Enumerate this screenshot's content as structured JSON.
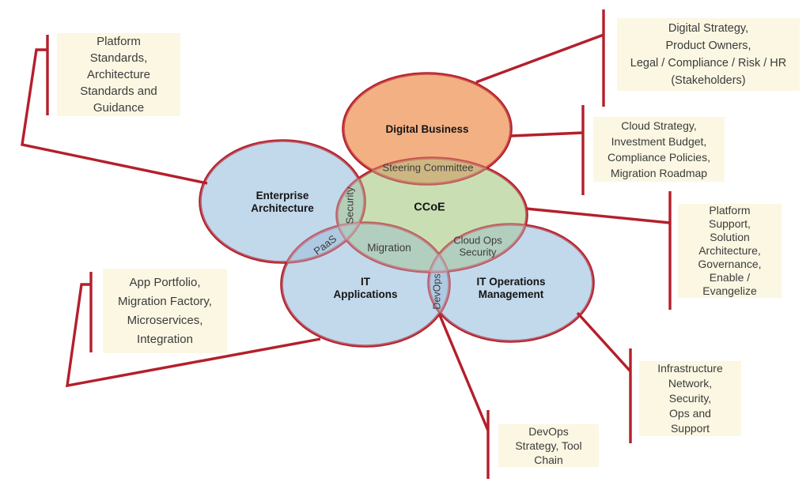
{
  "colors": {
    "line": "#b41f2b",
    "digital_business_fill": "#f3b183",
    "ccoe_fill": "#c9dfb3",
    "blue_fill": "#c2d8eb",
    "box_bg": "#fbf7e3",
    "box_text": "#3b3b3b",
    "label_text": "#141414"
  },
  "ellipses": {
    "digital_business": {
      "label": "Digital Business"
    },
    "ccoe": {
      "label": "CCoE"
    },
    "enterprise_architecture": {
      "lines": [
        "Enterprise",
        "Architecture"
      ]
    },
    "it_applications": {
      "lines": [
        "IT",
        "Applications"
      ]
    },
    "it_operations": {
      "lines": [
        "IT Operations",
        "Management"
      ]
    }
  },
  "overlaps": {
    "steering_committee": {
      "label": "Steering Committee"
    },
    "security": {
      "label": "Security"
    },
    "paas": {
      "label": "PaaS"
    },
    "migration": {
      "label": "Migration"
    },
    "cloud_ops_security": {
      "lines": [
        "Cloud Ops",
        "Security"
      ]
    },
    "devops": {
      "label": "DevOps"
    }
  },
  "callouts": {
    "platform_standards": {
      "lines": [
        "Platform",
        "Standards,",
        "Architecture",
        "Standards and",
        "Guidance"
      ]
    },
    "digital_strategy": {
      "lines": [
        "Digital Strategy,",
        "Product Owners,",
        "Legal / Compliance / Risk / HR",
        "(Stakeholders)"
      ]
    },
    "cloud_strategy": {
      "lines": [
        "Cloud Strategy,",
        "Investment Budget,",
        "Compliance Policies,",
        "Migration Roadmap"
      ]
    },
    "platform_support": {
      "lines": [
        "Platform",
        "Support,",
        "Solution",
        "Architecture,",
        "Governance,",
        "Enable /",
        "Evangelize"
      ]
    },
    "infrastructure": {
      "lines": [
        "Infrastructure",
        "Network,",
        "Security,",
        "Ops and",
        "Support"
      ]
    },
    "devops_strategy": {
      "lines": [
        "DevOps",
        "Strategy, Tool",
        "Chain"
      ]
    },
    "app_portfolio": {
      "lines": [
        "App Portfolio,",
        "Migration Factory,",
        "Microservices,",
        "Integration"
      ]
    }
  }
}
